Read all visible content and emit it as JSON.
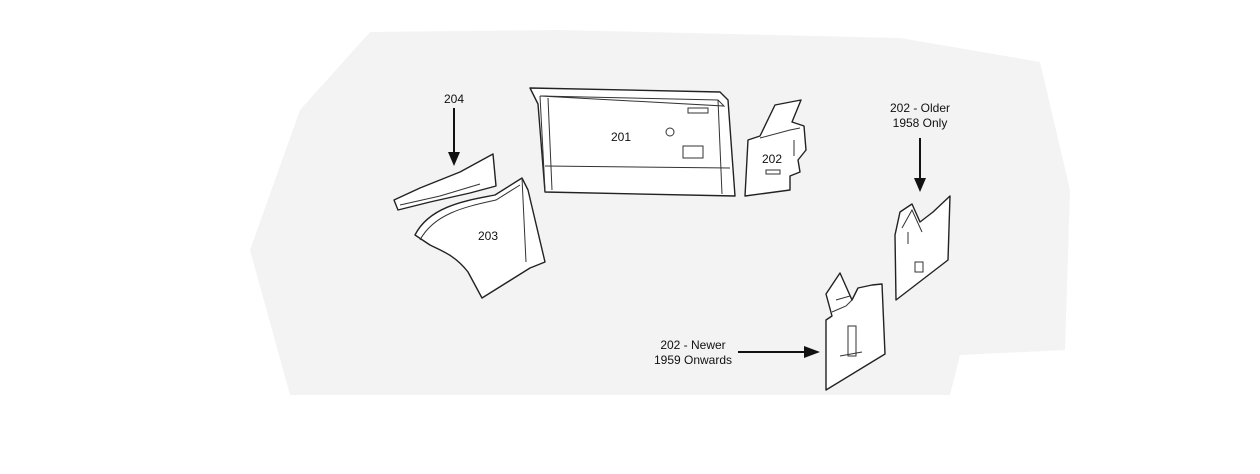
{
  "diagram": {
    "background_color": "#f3f3f3",
    "line_color": "#222222",
    "labels": {
      "part_201": "201",
      "part_202": "202",
      "part_203": "203",
      "part_204": "204",
      "older_line1": "202 - Older",
      "older_line2": "1958 Only",
      "newer_line1": "202 - Newer",
      "newer_line2": "1959 Onwards"
    }
  }
}
